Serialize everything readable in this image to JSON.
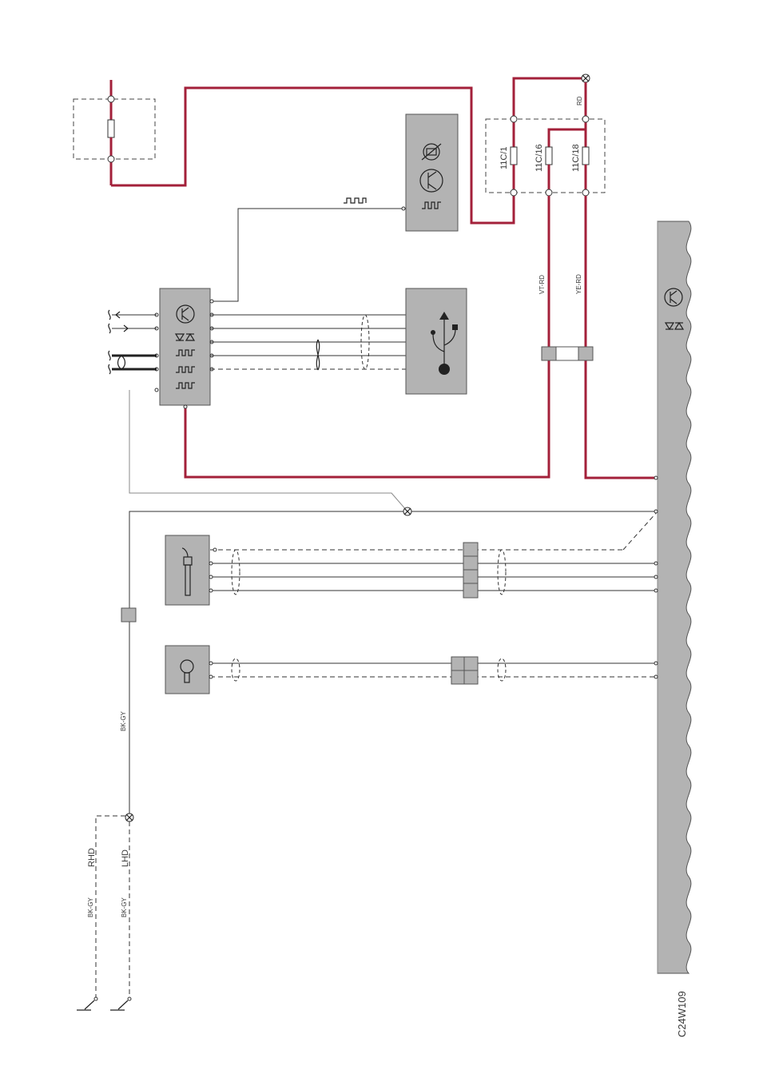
{
  "diagram_code": "C24W109",
  "fuses": [
    "11C/1",
    "11C/16",
    "11C/18"
  ],
  "wire_colors": {
    "rd": "RD",
    "vt_rd": "VT-RD",
    "ye_rd": "YE-RD",
    "bk_gy": "BK-GY"
  },
  "drive_variants": {
    "rhd": "RHD",
    "lhd": "LHD"
  },
  "colors": {
    "power_wire": "#a3203a",
    "component_fill": "#b3b3b3"
  }
}
